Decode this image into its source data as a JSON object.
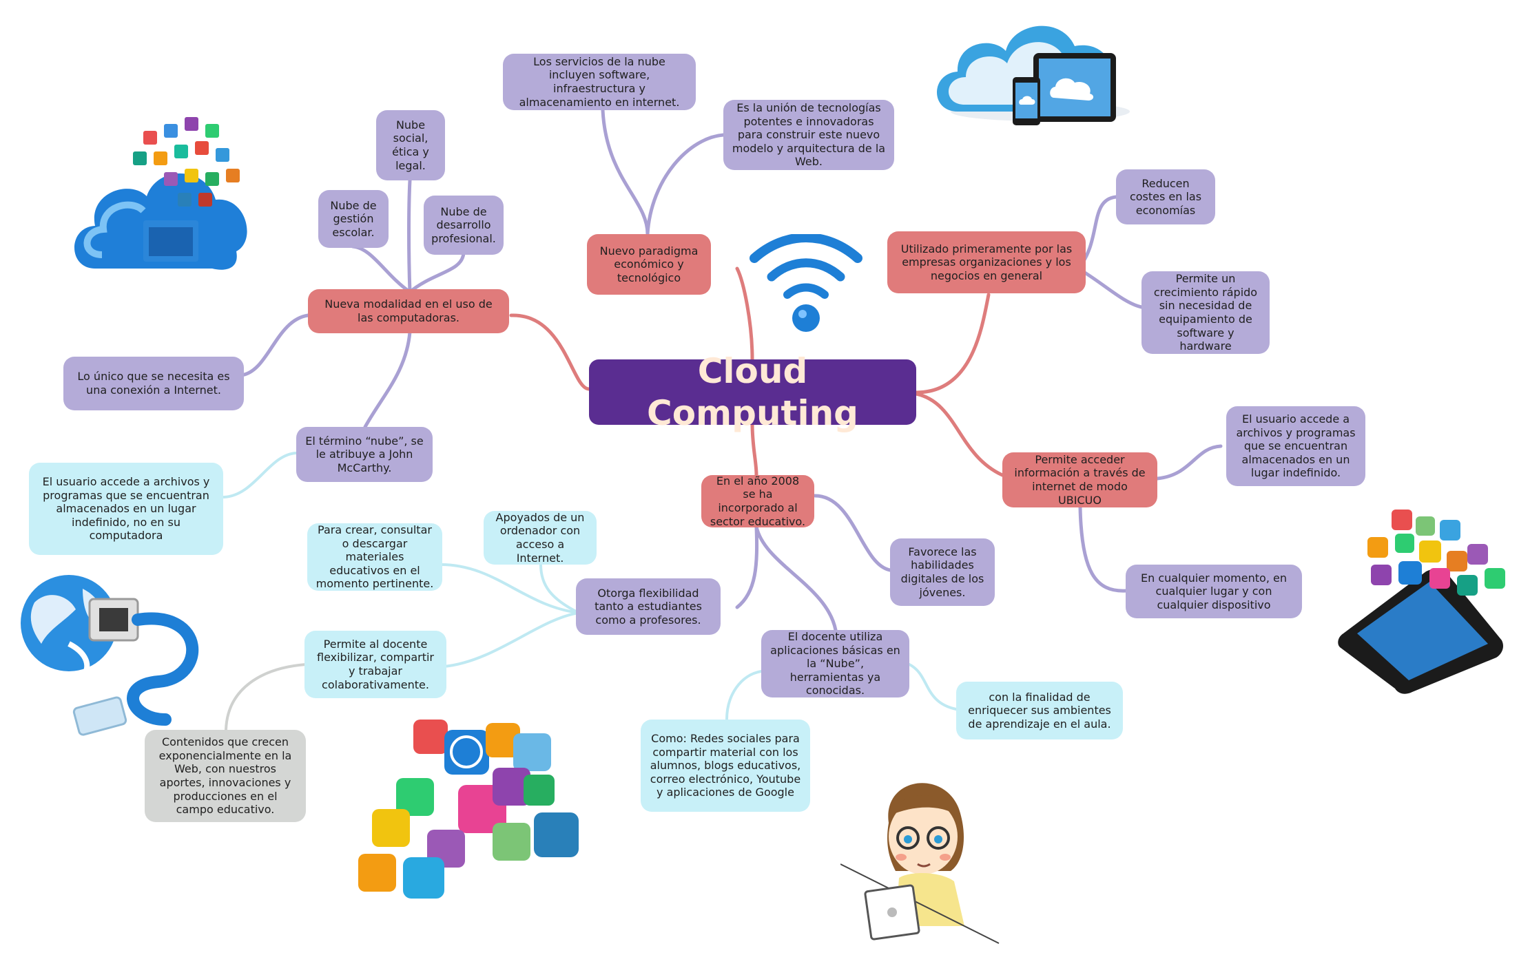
{
  "central": {
    "title": "Cloud Computing"
  },
  "nodes": {
    "n1": "Los servicios de la nube incluyen software, infraestructura y almacenamiento en internet.",
    "n2": "Es la unión de tecnologías potentes e innovadoras para construir este nuevo modelo y arquitectura de la Web.",
    "n3": "Nuevo paradigma económico y tecnológico",
    "n4": "Nube social, ética y legal.",
    "n5": "Nube de gestión escolar.",
    "n6": "Nube de desarrollo profesional.",
    "n7": "Nueva modalidad en el uso de las computadoras.",
    "n8": "Lo único que se necesita es una conexión a Internet.",
    "n9": "El término “nube”, se le atribuye a John McCarthy.",
    "n10": "El usuario accede a archivos y programas que se encuentran almacenados en un lugar indefinido, no en su computadora",
    "n11": "Utilizado primeramente por las empresas organizaciones y los negocios en general",
    "n12": "Reducen costes en las economías",
    "n13": "Permite un crecimiento rápido sin necesidad de equipamiento de software y hardware",
    "n14": "El usuario accede a archivos y programas que se encuentran almacenados en un lugar indefinido.",
    "n15": "Permite acceder información a través de internet de modo UBICUO",
    "n16": "En cualquier momento, en cualquier lugar y con cualquier dispositivo",
    "n17": "En el año 2008 se ha incorporado al sector educativo.",
    "n18": "Favorece las habilidades digitales de los jóvenes.",
    "n19": "Apoyados de un ordenador con acceso a Internet.",
    "n20": "Para crear, consultar o descargar materiales educativos en el momento pertinente.",
    "n21": "Otorga flexibilidad tanto a estudiantes como a profesores.",
    "n22": "Permite al docente flexibilizar, compartir y trabajar colaborativamente.",
    "n23": "Contenidos que crecen exponencialmente en la Web, con nuestros aportes, innovaciones y producciones en el campo educativo.",
    "n24": "El docente utiliza aplicaciones básicas en la “Nube”, herramientas ya conocidas.",
    "n25": "con la finalidad de enriquecer sus ambientes de aprendizaje en el aula.",
    "n26": "Como: Redes sociales para compartir material con los alumnos, blogs educativos, correo electrónico, Youtube y aplicaciones de Google"
  },
  "colors": {
    "central": "#5a2d91",
    "branch": "#e07b7b",
    "purple_node": "#b4abd8",
    "cyan_node": "#c8f0f8",
    "gray_node": "#d4d6d4",
    "red_edge": "#de7c7c",
    "purple_edge": "#a9a0d3",
    "cyan_edge": "#bfe9f2",
    "gray_edge": "#cfd1cf"
  },
  "icons": [
    "wifi-icon",
    "cloud-tablet-illustration",
    "cloud-apps-illustration",
    "globe-cable-illustration",
    "app-icons-cluster-illustration",
    "girl-laptop-illustration",
    "smartphone-apps-illustration"
  ]
}
